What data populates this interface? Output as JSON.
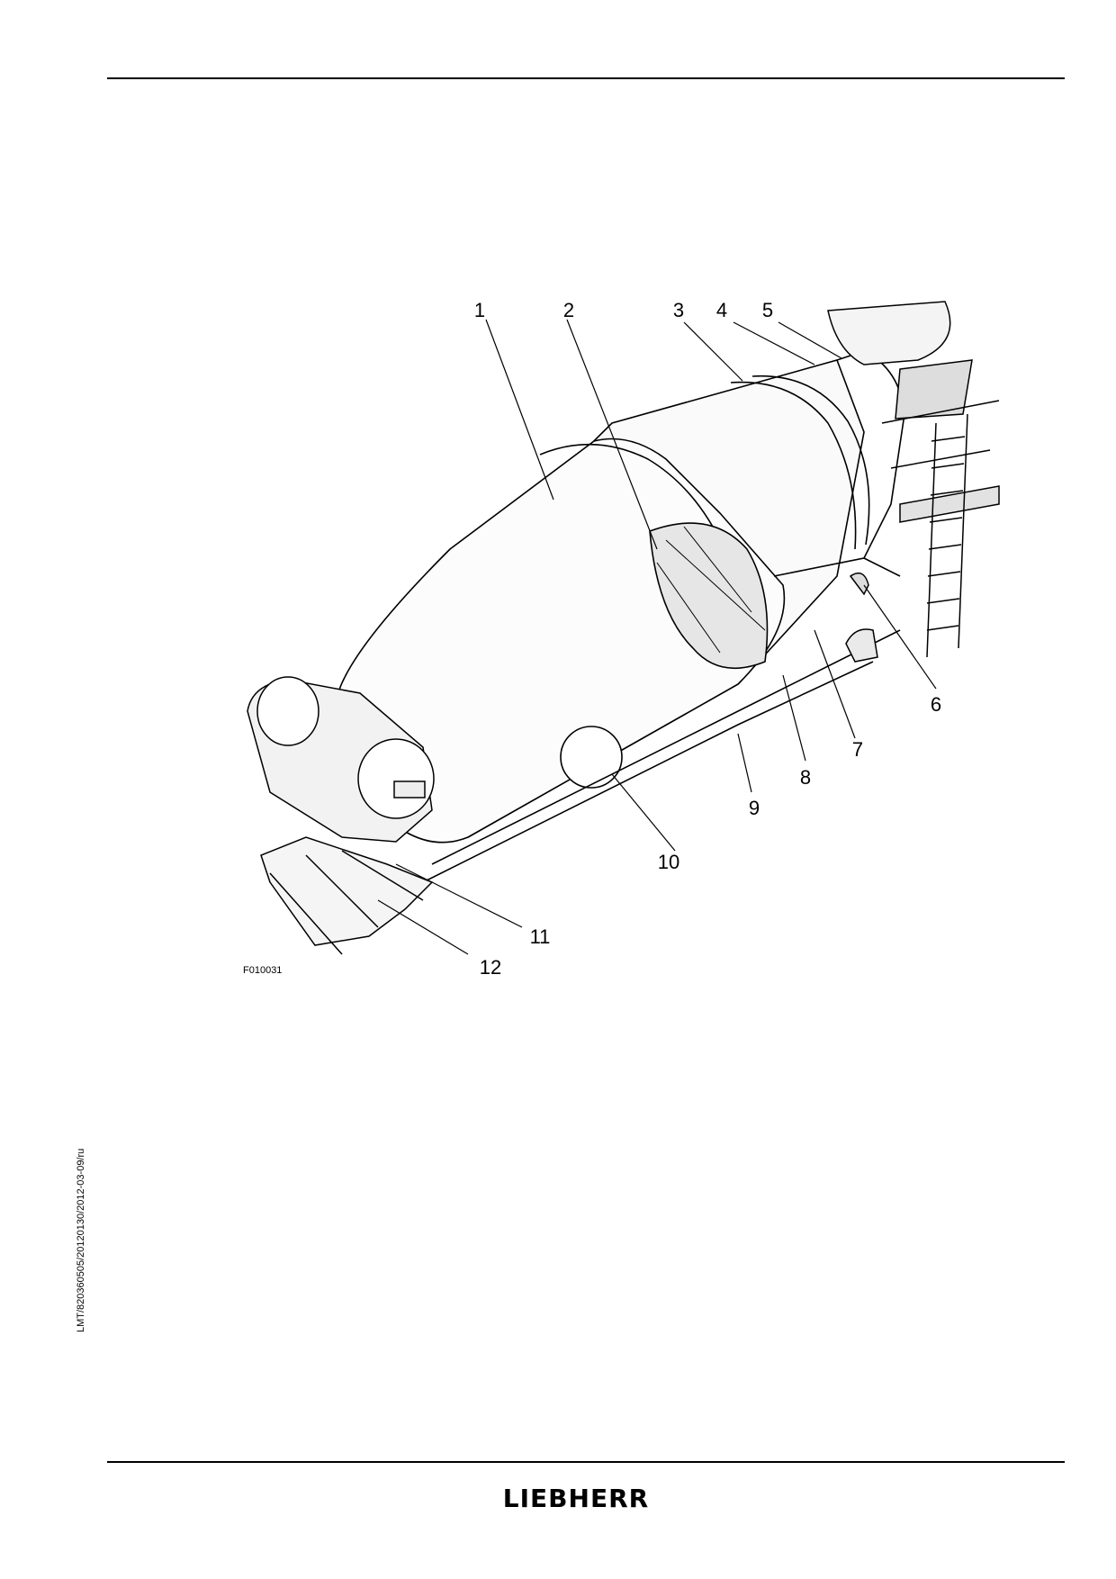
{
  "figure": {
    "code": "F010031",
    "callouts": [
      "1",
      "2",
      "3",
      "4",
      "5",
      "6",
      "7",
      "8",
      "9",
      "10",
      "11",
      "12"
    ]
  },
  "side_code": "LMT/820360505/20120130/2012-03-09/ru",
  "brand": {
    "name": "LIEBHERR",
    "color": "#000000"
  }
}
